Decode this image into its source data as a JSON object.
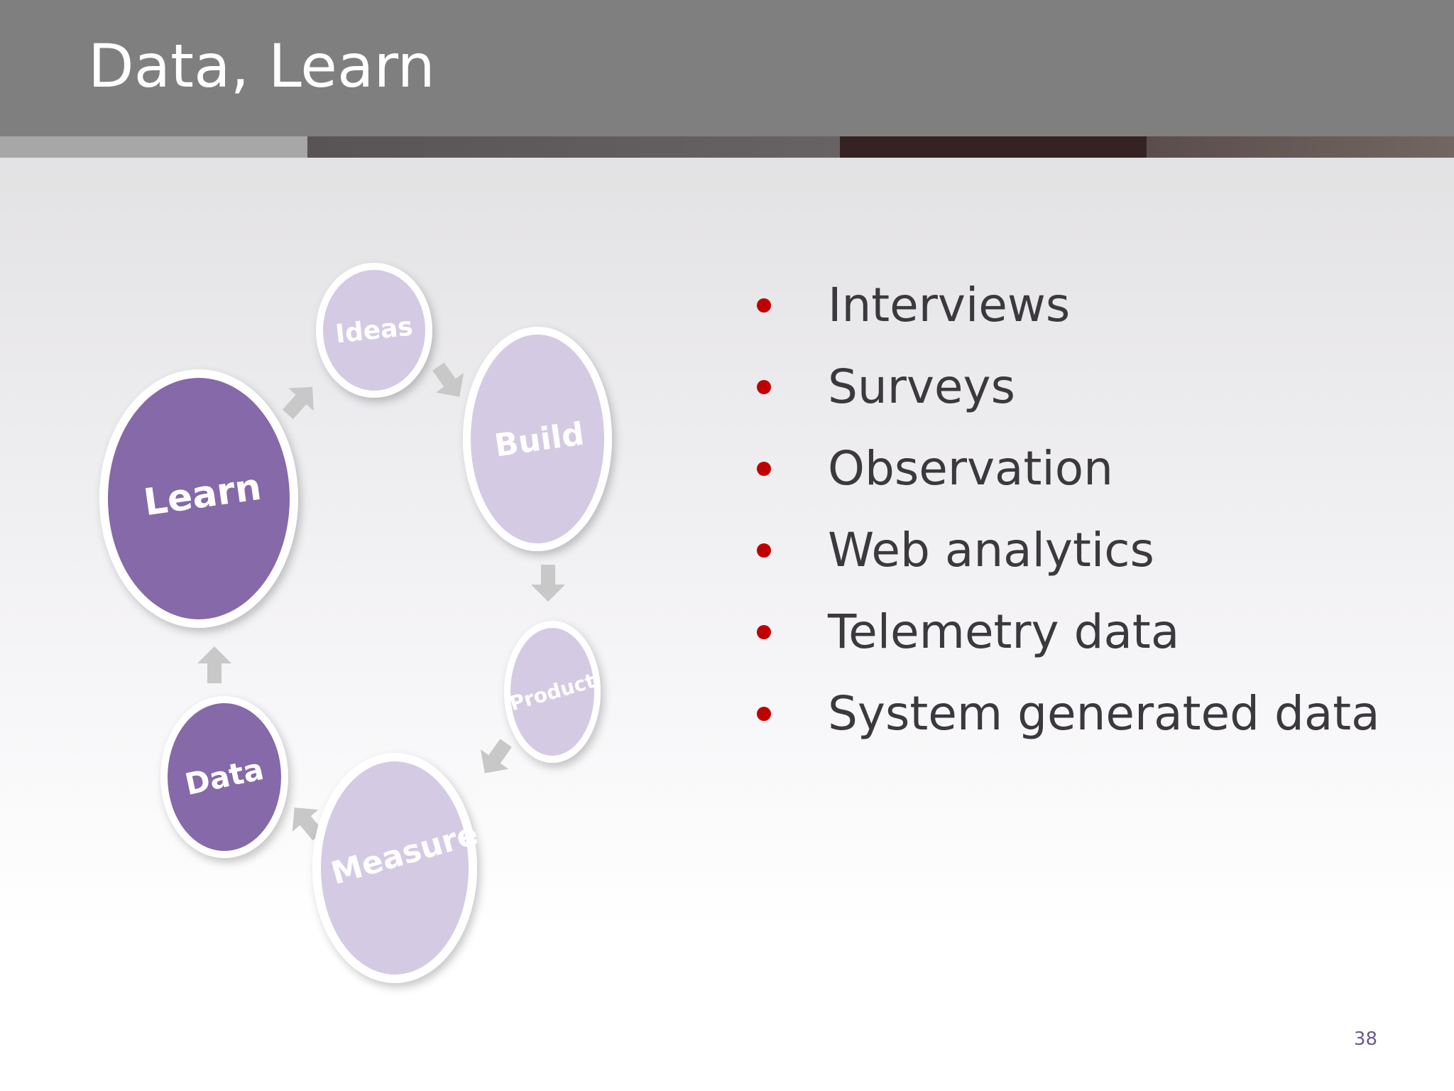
{
  "slide": {
    "title": "Data, Learn",
    "page_number": "38"
  },
  "cycle": {
    "nodes": [
      {
        "label": "Ideas",
        "style": "light"
      },
      {
        "label": "Build",
        "style": "light"
      },
      {
        "label": "Product",
        "style": "light"
      },
      {
        "label": "Measure",
        "style": "light"
      },
      {
        "label": "Data",
        "style": "dark"
      },
      {
        "label": "Learn",
        "style": "dark"
      }
    ],
    "colors": {
      "dark": "#8569a9",
      "light": "#d5cae3",
      "arrow": "#c8c8c8",
      "ring": "#ffffff"
    }
  },
  "bullets": {
    "items": [
      "Interviews",
      "Surveys",
      "Observation",
      "Web analytics",
      "Telemetry data",
      "System generated data"
    ],
    "bullet_color": "#c00000"
  }
}
